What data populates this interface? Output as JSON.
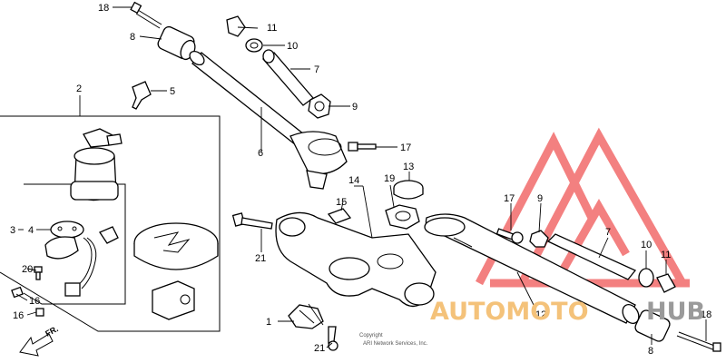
{
  "callouts": [
    "18",
    "8",
    "11",
    "10",
    "7",
    "9",
    "5",
    "2",
    "6",
    "17",
    "13",
    "19",
    "14",
    "15",
    "3",
    "4",
    "20",
    "16",
    "16",
    "21",
    "1",
    "21",
    "17",
    "9",
    "7",
    "10",
    "11",
    "12",
    "8",
    "18"
  ],
  "copyright": {
    "line1": "Copyright",
    "line2": "ARI Network Services, Inc."
  },
  "direction_label": "FR.",
  "watermark": {
    "part1": "AUTOMOTO",
    "part2": "HUB",
    "color1": "#f4c27a",
    "color2": "#9a9a9a",
    "logo_color": "#f26b6b"
  }
}
